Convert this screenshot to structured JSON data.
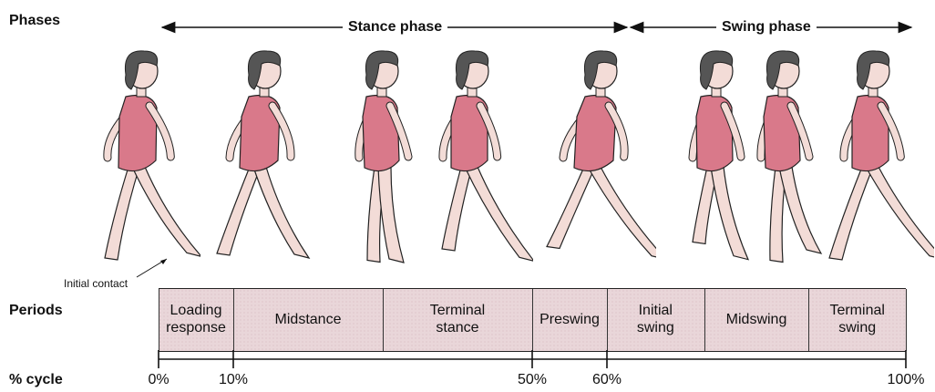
{
  "row_labels": {
    "phases": "Phases",
    "periods": "Periods",
    "cycle": "% cycle"
  },
  "phases": {
    "stance": "Stance phase",
    "swing": "Swing phase"
  },
  "annotation": "Initial contact",
  "periods": [
    {
      "line1": "Loading",
      "line2": "response",
      "start": 0,
      "end": 10
    },
    {
      "line1": "Midstance",
      "line2": "",
      "start": 10,
      "end": 30
    },
    {
      "line1": "Terminal",
      "line2": "stance",
      "start": 30,
      "end": 50
    },
    {
      "line1": "Preswing",
      "line2": "",
      "start": 50,
      "end": 60
    },
    {
      "line1": "Initial",
      "line2": "swing",
      "start": 60,
      "end": 73
    },
    {
      "line1": "Midswing",
      "line2": "",
      "start": 73,
      "end": 87
    },
    {
      "line1": "Terminal",
      "line2": "swing",
      "start": 87,
      "end": 100
    }
  ],
  "cycle_ticks": [
    "0%",
    "10%",
    "50%",
    "60%",
    "100%"
  ],
  "colors": {
    "skin": "#f3dcd7",
    "suit": "#d9798a",
    "hair": "#555555",
    "outline": "#222222",
    "bar": "#e9d6d9"
  }
}
